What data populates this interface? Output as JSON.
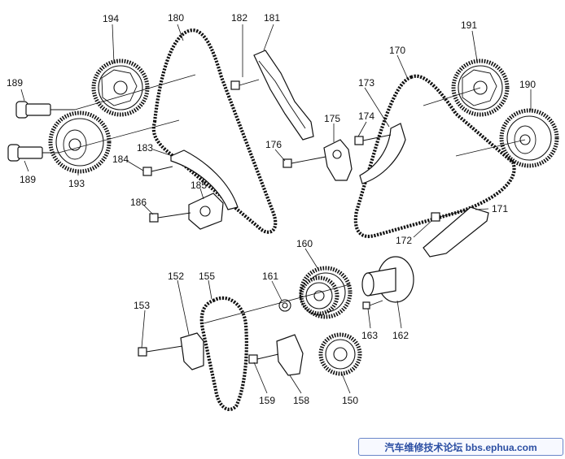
{
  "callouts": {
    "c150": "150",
    "c152": "152",
    "c153": "153",
    "c155": "155",
    "c158": "158",
    "c159": "159",
    "c160": "160",
    "c161": "161",
    "c162": "162",
    "c163": "163",
    "c170": "170",
    "c171": "171",
    "c172": "172",
    "c173": "173",
    "c174": "174",
    "c175": "175",
    "c176": "176",
    "c180": "180",
    "c181": "181",
    "c182": "182",
    "c183": "183",
    "c184": "184",
    "c185": "185",
    "c186": "186",
    "c189a": "189",
    "c189b": "189",
    "c190": "190",
    "c191": "191",
    "c193": "193",
    "c194": "194"
  },
  "footer": {
    "text": "汽车维修技术论坛 bbs.ephua.com"
  }
}
